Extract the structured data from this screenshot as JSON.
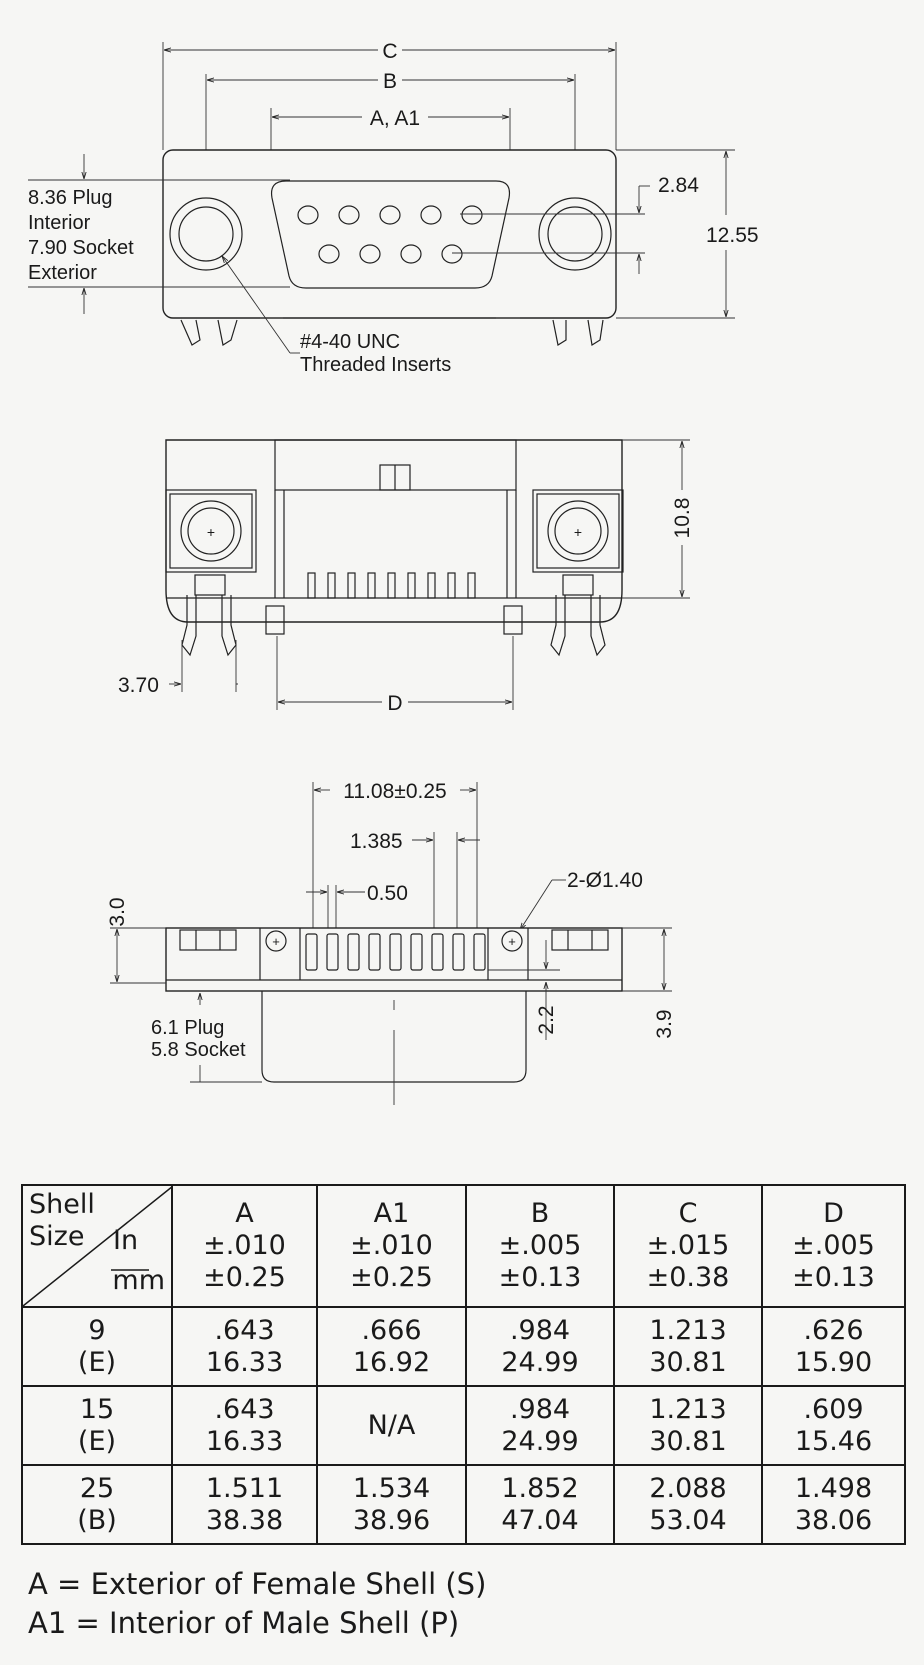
{
  "top_view": {
    "dims": {
      "c": "C",
      "b": "B",
      "a": "A, A1",
      "d284": "2.84",
      "d1255": "12.55"
    },
    "left_note": [
      "8.36 Plug",
      "Interior",
      "7.90 Socket",
      "Exterior"
    ],
    "inserts_note": [
      "#4-40 UNC",
      "Threaded Inserts"
    ]
  },
  "side_view": {
    "d108": "10.8",
    "d370": "3.70",
    "d": "D"
  },
  "bottom_view": {
    "d1108": "11.08±0.25",
    "d1385": "1.385",
    "d050": "0.50",
    "d2hole": "2-Ø1.40",
    "d30": "3.0",
    "d22": "2.2",
    "d39": "3.9",
    "plug_socket": [
      "6.1 Plug",
      "5.8 Socket"
    ]
  },
  "table": {
    "corner": {
      "shell": "Shell",
      "size": "Size",
      "in": "In",
      "mm": "mm"
    },
    "headers": [
      {
        "label": "A",
        "tol_in": "±.010",
        "tol_mm": "±0.25"
      },
      {
        "label": "A1",
        "tol_in": "±.010",
        "tol_mm": "±0.25"
      },
      {
        "label": "B",
        "tol_in": "±.005",
        "tol_mm": "±0.13"
      },
      {
        "label": "C",
        "tol_in": "±.015",
        "tol_mm": "±0.38"
      },
      {
        "label": "D",
        "tol_in": "±.005",
        "tol_mm": "±0.13"
      }
    ],
    "rows": [
      {
        "size": "9",
        "code": "(E)",
        "cells": [
          [
            ".643",
            "16.33"
          ],
          [
            ".666",
            "16.92"
          ],
          [
            ".984",
            "24.99"
          ],
          [
            "1.213",
            "30.81"
          ],
          [
            ".626",
            "15.90"
          ]
        ]
      },
      {
        "size": "15",
        "code": "(E)",
        "cells": [
          [
            ".643",
            "16.33"
          ],
          [
            "N/A",
            ""
          ],
          [
            ".984",
            "24.99"
          ],
          [
            "1.213",
            "30.81"
          ],
          [
            ".609",
            "15.46"
          ]
        ]
      },
      {
        "size": "25",
        "code": "(B)",
        "cells": [
          [
            "1.511",
            "38.38"
          ],
          [
            "1.534",
            "38.96"
          ],
          [
            "1.852",
            "47.04"
          ],
          [
            "2.088",
            "53.04"
          ],
          [
            "1.498",
            "38.06"
          ]
        ]
      }
    ]
  },
  "notes": [
    "A = Exterior of Female Shell (S)",
    "A1 = Interior of Male Shell (P)"
  ]
}
